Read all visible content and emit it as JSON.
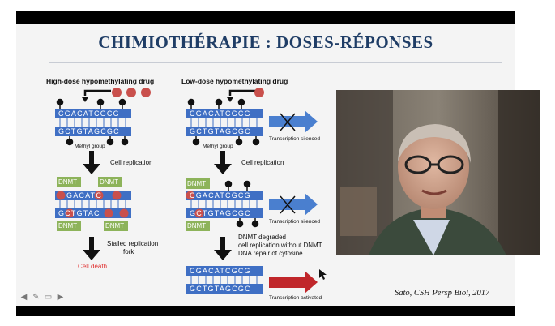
{
  "slide": {
    "title": "CHIMIOTHÉRAPIE : DOSES-RÉPONSES",
    "citation": "Sato, CSH Persp Biol, 2017"
  },
  "diagram": {
    "high_dose": {
      "header": "High-dose hypomethylating drug",
      "methyl_group": "Methyl group",
      "cell_replication": "Cell replication",
      "stalled": "Stalled replication",
      "fork": "fork",
      "cell_death": "Cell death"
    },
    "low_dose": {
      "header": "Low-dose hypomethylating drug",
      "methyl_group": "Methyl group",
      "cell_replication": "Cell replication",
      "transcription_silenced_1": "Transcription silenced",
      "transcription_silenced_2": "Transcription silenced",
      "degraded_1": "DNMT degraded",
      "degraded_2": "cell replication without DNMT",
      "degraded_3": "DNA repair of cytosine",
      "transcription_activated": "Transcription activated"
    },
    "dna_top": "CGACATCGCG",
    "dna_bottom": "GCTGTAGCGC",
    "dna_top_partial": "GACATC",
    "dna_bottom_partial": "GCTGTAC",
    "dnmt": "DNMT"
  },
  "toolbar": {
    "icons": [
      "prev-arrow-icon",
      "pen-icon",
      "slides-icon",
      "next-arrow-icon"
    ]
  },
  "colors": {
    "title": "#1f3d66",
    "strand": "#3f6fc4",
    "dnmt": "#8db35a",
    "drug": "#c9504c",
    "arrow_blue": "#4a7fcf",
    "arrow_red": "#c0262a"
  }
}
